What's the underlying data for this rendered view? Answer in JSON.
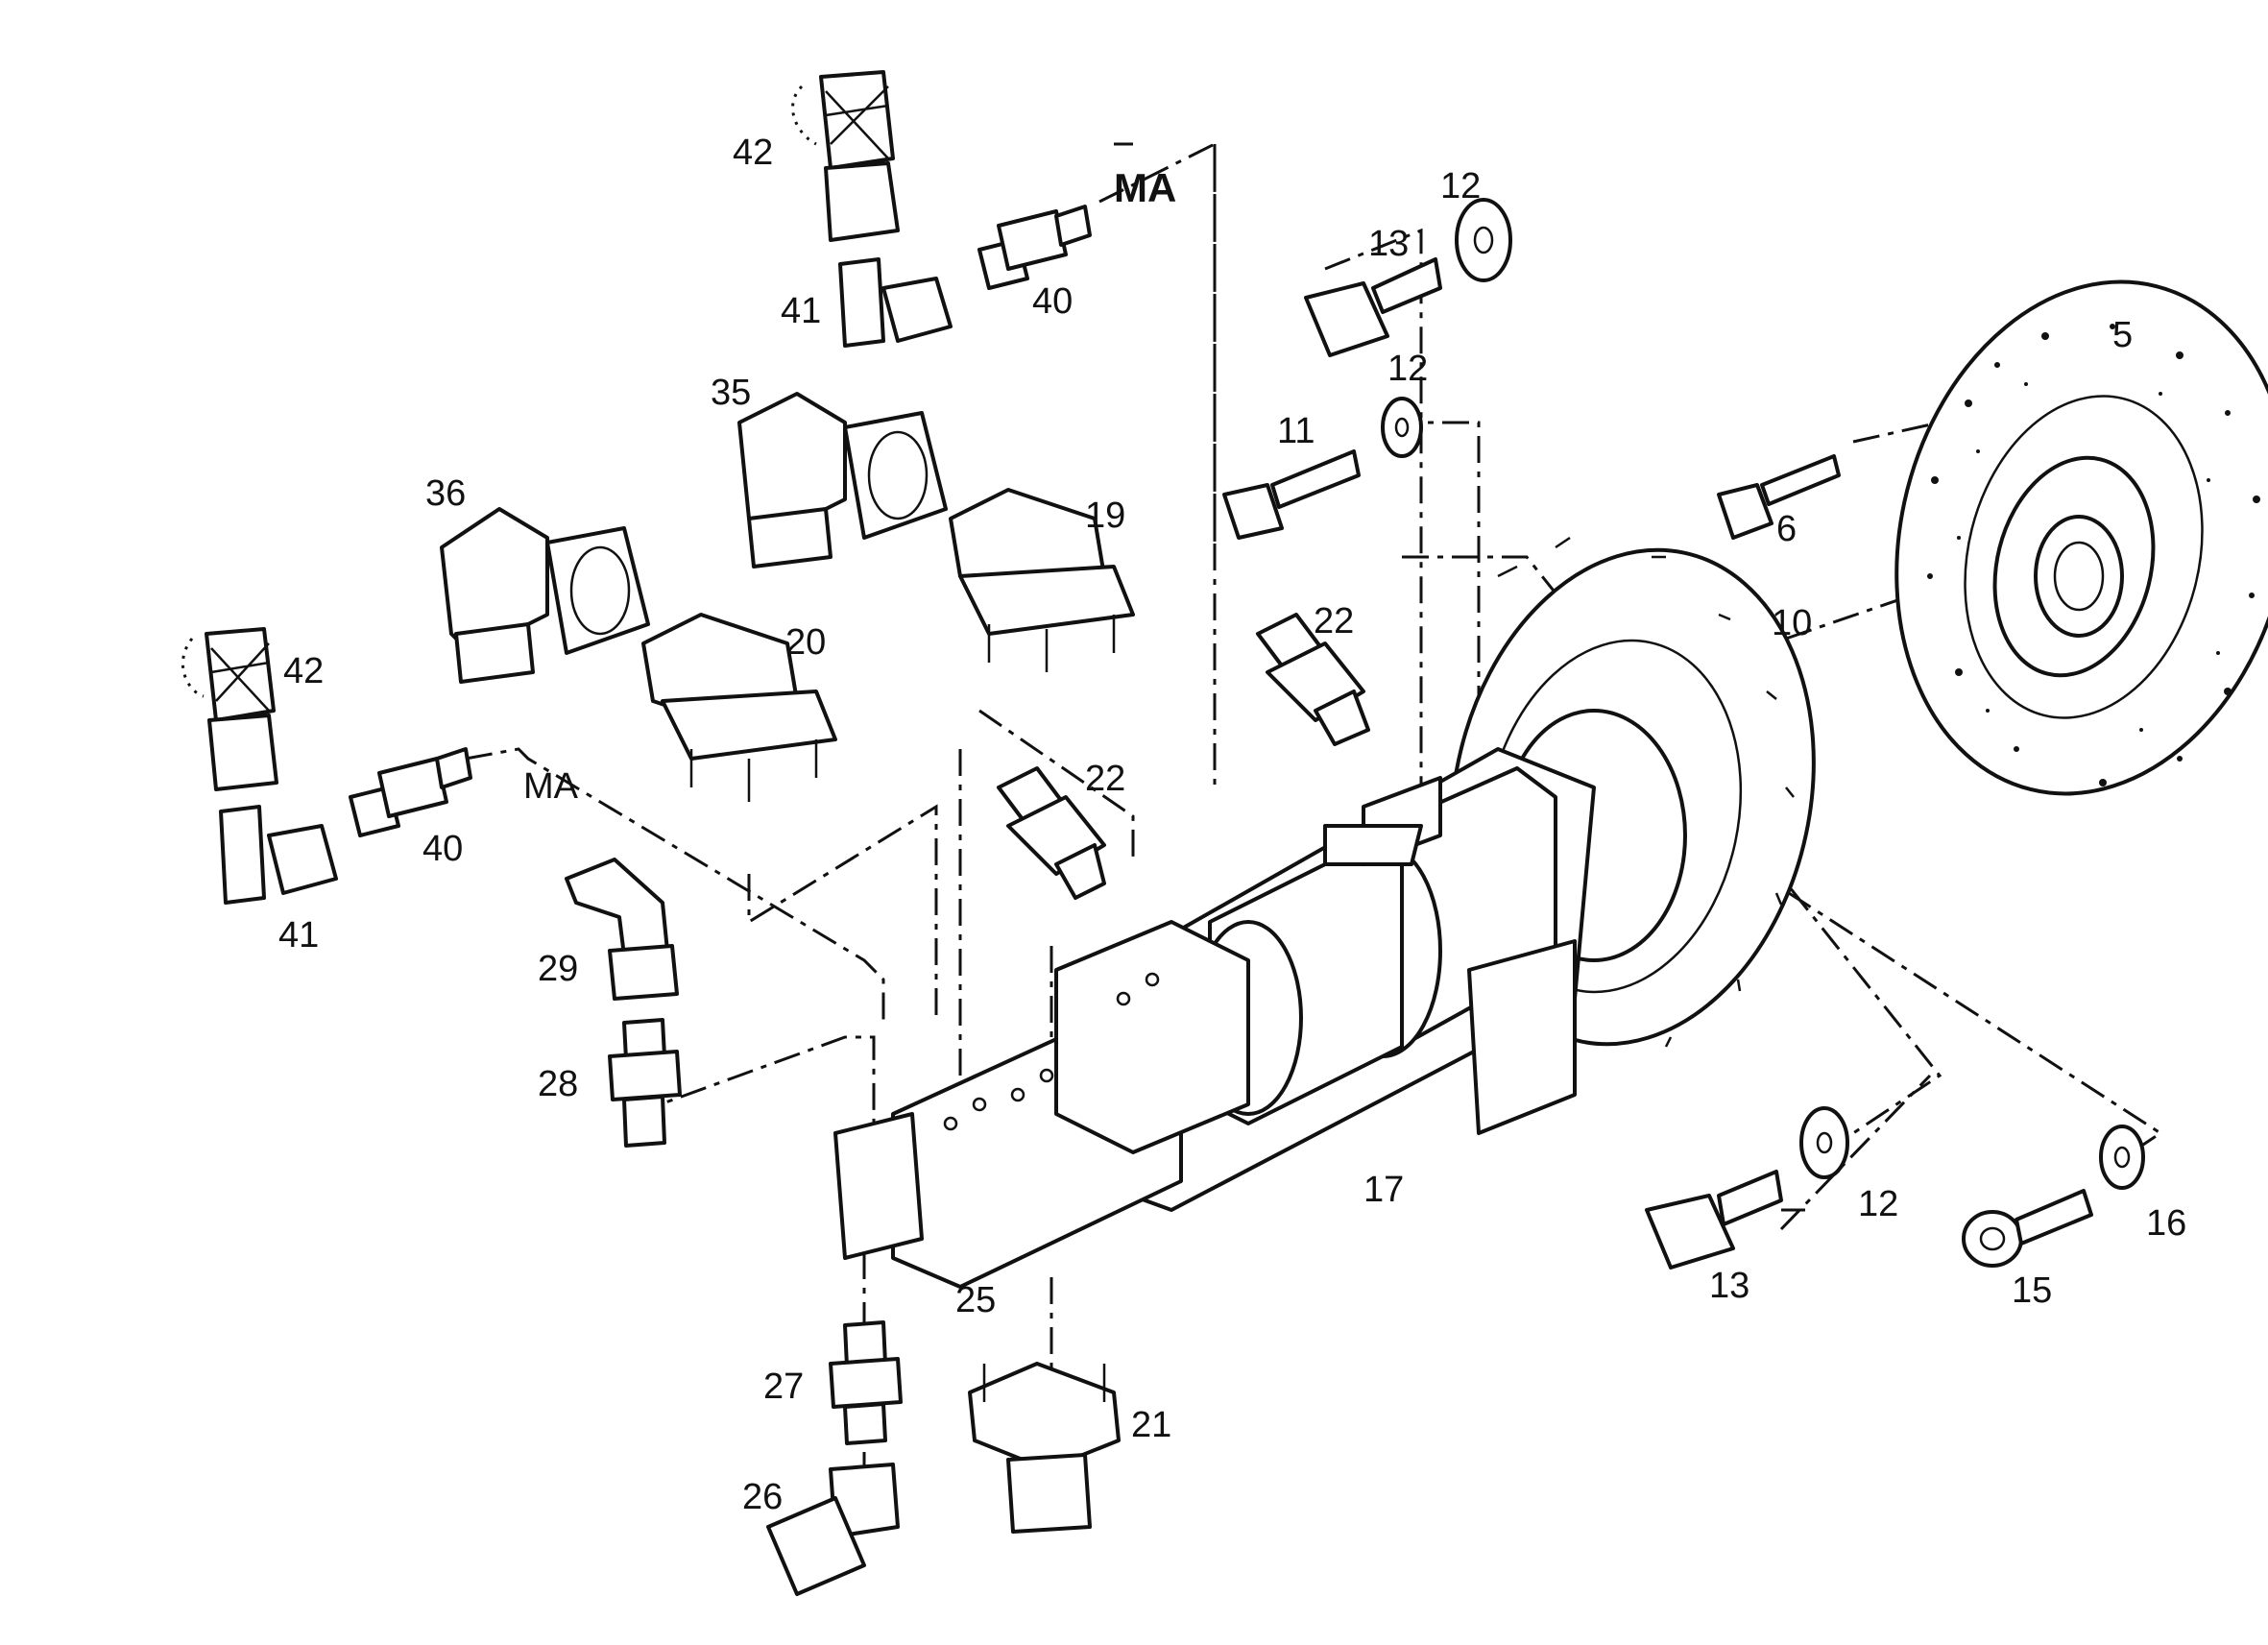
{
  "diagram": {
    "callouts": {
      "p5": "5",
      "p6": "6",
      "p10": "10",
      "p11": "11",
      "p12a": "12",
      "p12b": "12",
      "p12c": "12",
      "p13a": "13",
      "p13b": "13",
      "p15": "15",
      "p16": "16",
      "p17": "17",
      "p19": "19",
      "p20": "20",
      "p21": "21",
      "p22a": "22",
      "p22b": "22",
      "p25": "25",
      "p26": "26",
      "p27": "27",
      "p28": "28",
      "p29": "29",
      "p35": "35",
      "p36": "36",
      "p40a": "40",
      "p40b": "40",
      "p41a": "41",
      "p41b": "41",
      "p42a": "42",
      "p42b": "42",
      "ma1": "MA",
      "ma2": "MA"
    },
    "line_color": "#111111",
    "background": "#ffffff"
  }
}
